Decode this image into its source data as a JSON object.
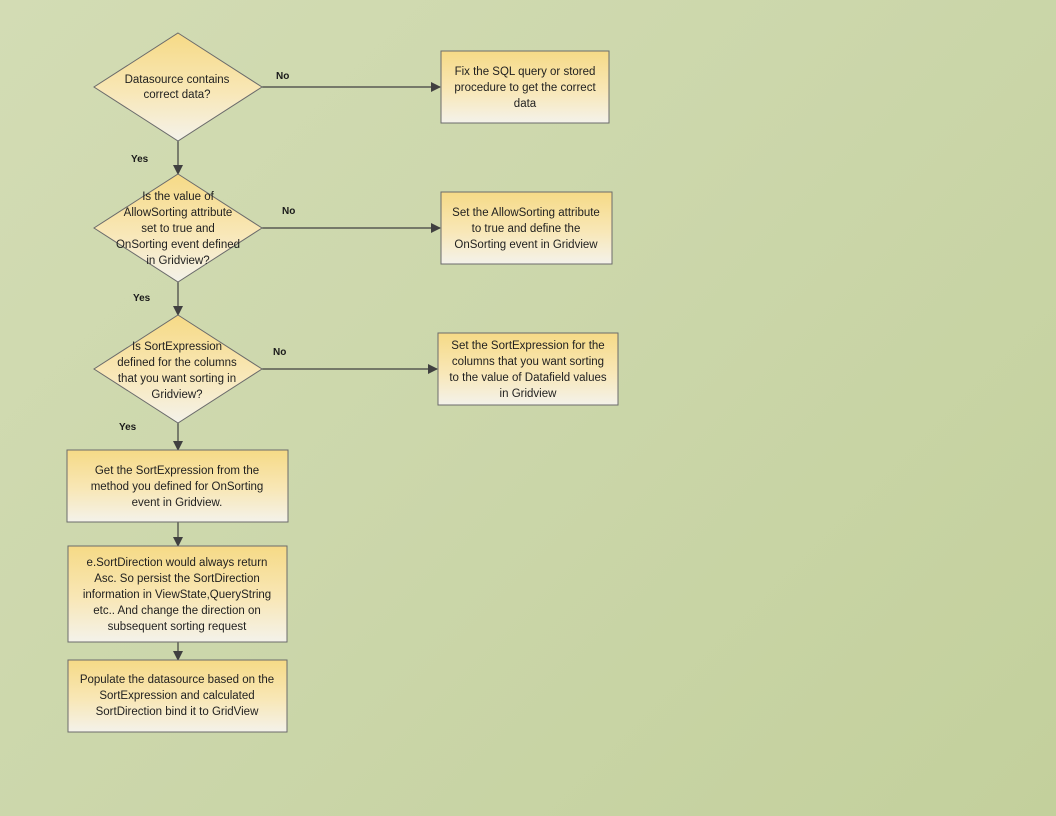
{
  "flowchart": {
    "decisions": [
      {
        "id": "d1",
        "lines": [
          "Datasource contains",
          "correct data?"
        ]
      },
      {
        "id": "d2",
        "lines": [
          "Is the value of",
          "AllowSorting attribute",
          "set to true and",
          "OnSorting event defined",
          "in Gridview?"
        ]
      },
      {
        "id": "d3",
        "lines": [
          "Is SortExpression",
          "defined for the columns",
          "that you want sorting in",
          "Gridview?"
        ]
      }
    ],
    "fixes": [
      {
        "id": "f1",
        "lines": [
          "Fix the SQL query or stored",
          "procedure to get the correct",
          "data"
        ]
      },
      {
        "id": "f2",
        "lines": [
          "Set the AllowSorting attribute",
          "to true and define the",
          "OnSorting event in Gridview"
        ]
      },
      {
        "id": "f3",
        "lines": [
          "Set the SortExpression for the",
          "columns that you want sorting",
          "to the value of Datafield values",
          "in Gridview"
        ]
      }
    ],
    "steps": [
      {
        "id": "s1",
        "lines": [
          "Get the SortExpression from the",
          "method you defined for OnSorting",
          "event in Gridview."
        ]
      },
      {
        "id": "s2",
        "lines": [
          "e.SortDirection would always return",
          "Asc. So persist the SortDirection",
          "information in ViewState,QueryString",
          "etc.. And change the direction on",
          "subsequent sorting request"
        ]
      },
      {
        "id": "s3",
        "lines": [
          "Populate the datasource based on the",
          "SortExpression and calculated",
          "SortDirection  bind it to GridView"
        ]
      }
    ],
    "labels": {
      "no": "No",
      "yes": "Yes"
    }
  }
}
